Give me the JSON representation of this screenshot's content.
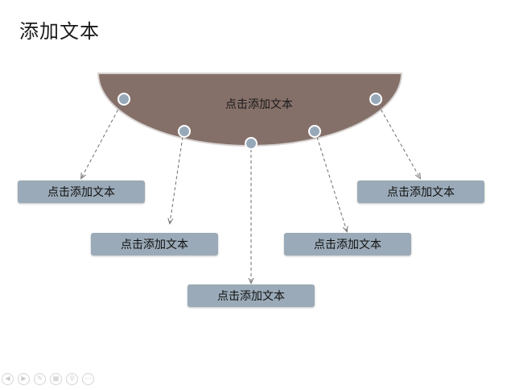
{
  "slide": {
    "title": "添加文本",
    "center_label": "点击添加文本",
    "boxes": [
      {
        "label": "点击添加文本"
      },
      {
        "label": "点击添加文本"
      },
      {
        "label": "点击添加文本"
      },
      {
        "label": "点击添加文本"
      },
      {
        "label": "点击添加文本"
      }
    ]
  },
  "colors": {
    "semicircle_fill": "#857069",
    "node_fill": "#97a9b9",
    "box_fill": "#9aaab8",
    "connector": "#7a7a7a"
  },
  "nav_icons": [
    "previous-icon",
    "next-icon",
    "pen-icon",
    "slides-icon",
    "zoom-icon",
    "more-icon"
  ]
}
